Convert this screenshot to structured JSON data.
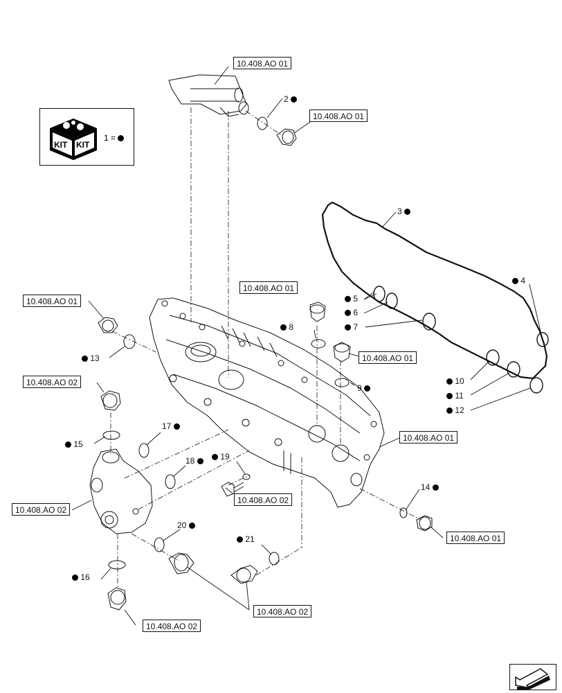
{
  "kit": {
    "word1": "KIT",
    "word2": "KIT",
    "equation": "1 ="
  },
  "references": [
    {
      "id": "r1",
      "text": "10.408.AO 01"
    },
    {
      "id": "r2",
      "text": "10.408.AO 01"
    },
    {
      "id": "r3",
      "text": "10.408.AO 01"
    },
    {
      "id": "r4",
      "text": "10.408.AO 01"
    },
    {
      "id": "r5",
      "text": "10.408.AO 01"
    },
    {
      "id": "r6",
      "text": "10.408.AO 02"
    },
    {
      "id": "r7",
      "text": "10.408.AO 01"
    },
    {
      "id": "r8",
      "text": "10.408.AO 02"
    },
    {
      "id": "r9",
      "text": "10.408.AO 02"
    },
    {
      "id": "r10",
      "text": "10.408.AO 01"
    },
    {
      "id": "r11",
      "text": "10.408.AO 02"
    },
    {
      "id": "r12",
      "text": "10.408.AO 02"
    }
  ],
  "callouts": [
    "2",
    "3",
    "4",
    "5",
    "6",
    "7",
    "8",
    "9",
    "10",
    "11",
    "12",
    "13",
    "14",
    "15",
    "16",
    "17",
    "18",
    "19",
    "20",
    "21"
  ]
}
